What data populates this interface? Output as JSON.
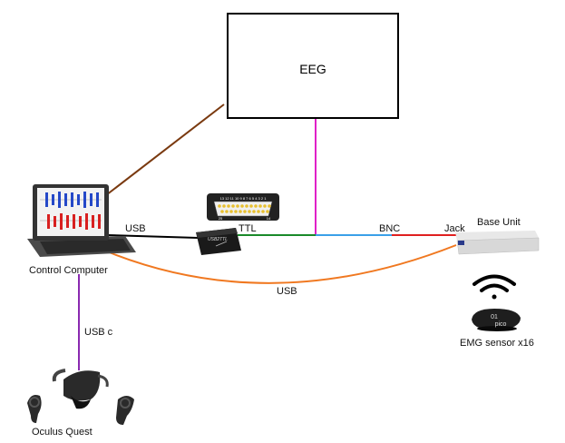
{
  "eeg": {
    "label": "EEG"
  },
  "nodes": {
    "control_computer": "Control Computer",
    "oculus_quest": "Oculus Quest",
    "base_unit": "Base Unit",
    "emg_sensor": "EMG sensor x16"
  },
  "connections": {
    "usb_top": "USB",
    "ttl": "TTL",
    "bnc": "BNC",
    "jack": "Jack",
    "usb_bottom": "USB",
    "usb_c": "USB c"
  },
  "device_text": {
    "usb2ttl": "USB2TTL",
    "pin_top": "13 12 11 10 9 8 7 6 5 4 3 2 1",
    "pin_left": "25",
    "pin_right": "14",
    "sensor_id": "01",
    "sensor_brand": "pico"
  },
  "colors": {
    "eeg_to_computer": "#7a3a10",
    "eeg_to_trigger": "#e020c8",
    "usb_black": "#000000",
    "ttl_green": "#1a8a2a",
    "bnc_blue": "#3aa0e8",
    "jack_red": "#e02020",
    "usb_orange": "#f07820",
    "usb_c_purple": "#8a2ab0"
  }
}
